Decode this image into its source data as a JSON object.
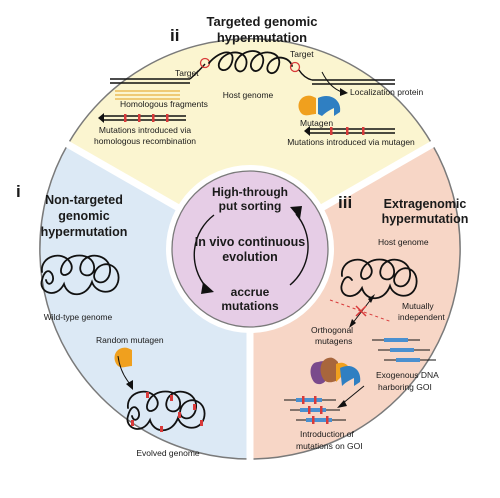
{
  "center": {
    "line1": "In vivo continuous",
    "line2": "evolution",
    "top1": "High-through",
    "top2": "put sorting",
    "bottom1": "accrue",
    "bottom2": "mutations"
  },
  "section_ii": {
    "numeral": "ii",
    "title1": "Targeted genomic",
    "title2": "hypermutation",
    "target_left": "Target",
    "target_right": "Target",
    "host_genome": "Host genome",
    "homologous_fragments": "Homologous fragments",
    "mut_recomb1": "Mutations introduced via",
    "mut_recomb2": "homologous recombination",
    "localization_protein": "Localization protein",
    "mutagen": "Mutagen",
    "mut_mutagen": "Mutations introduced via mutagen"
  },
  "section_i": {
    "numeral": "i",
    "title1": "Non-targeted",
    "title2": "genomic",
    "title3": "hypermutation",
    "wild_type": "Wild-type genome",
    "random_mutagen": "Random mutagen",
    "evolved": "Evolved genome"
  },
  "section_iii": {
    "numeral": "iii",
    "title1": "Extragenomic",
    "title2": "hypermutation",
    "host_genome": "Host genome",
    "mutually1": "Mutually",
    "mutually2": "independent",
    "orthogonal1": "Orthogonal",
    "orthogonal2": "mutagens",
    "exogenous1": "Exogenous DNA",
    "exogenous2": "harboring GOI",
    "introduction1": "Introduction of",
    "introduction2": "mutations on GOI"
  },
  "colors": {
    "section_ii_fill": "#fbf5d0",
    "section_i_fill": "#dce9f5",
    "section_iii_fill": "#f7d6c6",
    "center_fill": "#e6cde6",
    "outline": "#7a7a7a",
    "mutation_red": "#d83a3a",
    "mutagen_orange": "#f0a01e",
    "localization_blue": "#2f7fc2",
    "goi_blue": "#4a90d0",
    "mutagen_purple": "#7a4a8c",
    "mutagen_brown": "#a8663c"
  }
}
